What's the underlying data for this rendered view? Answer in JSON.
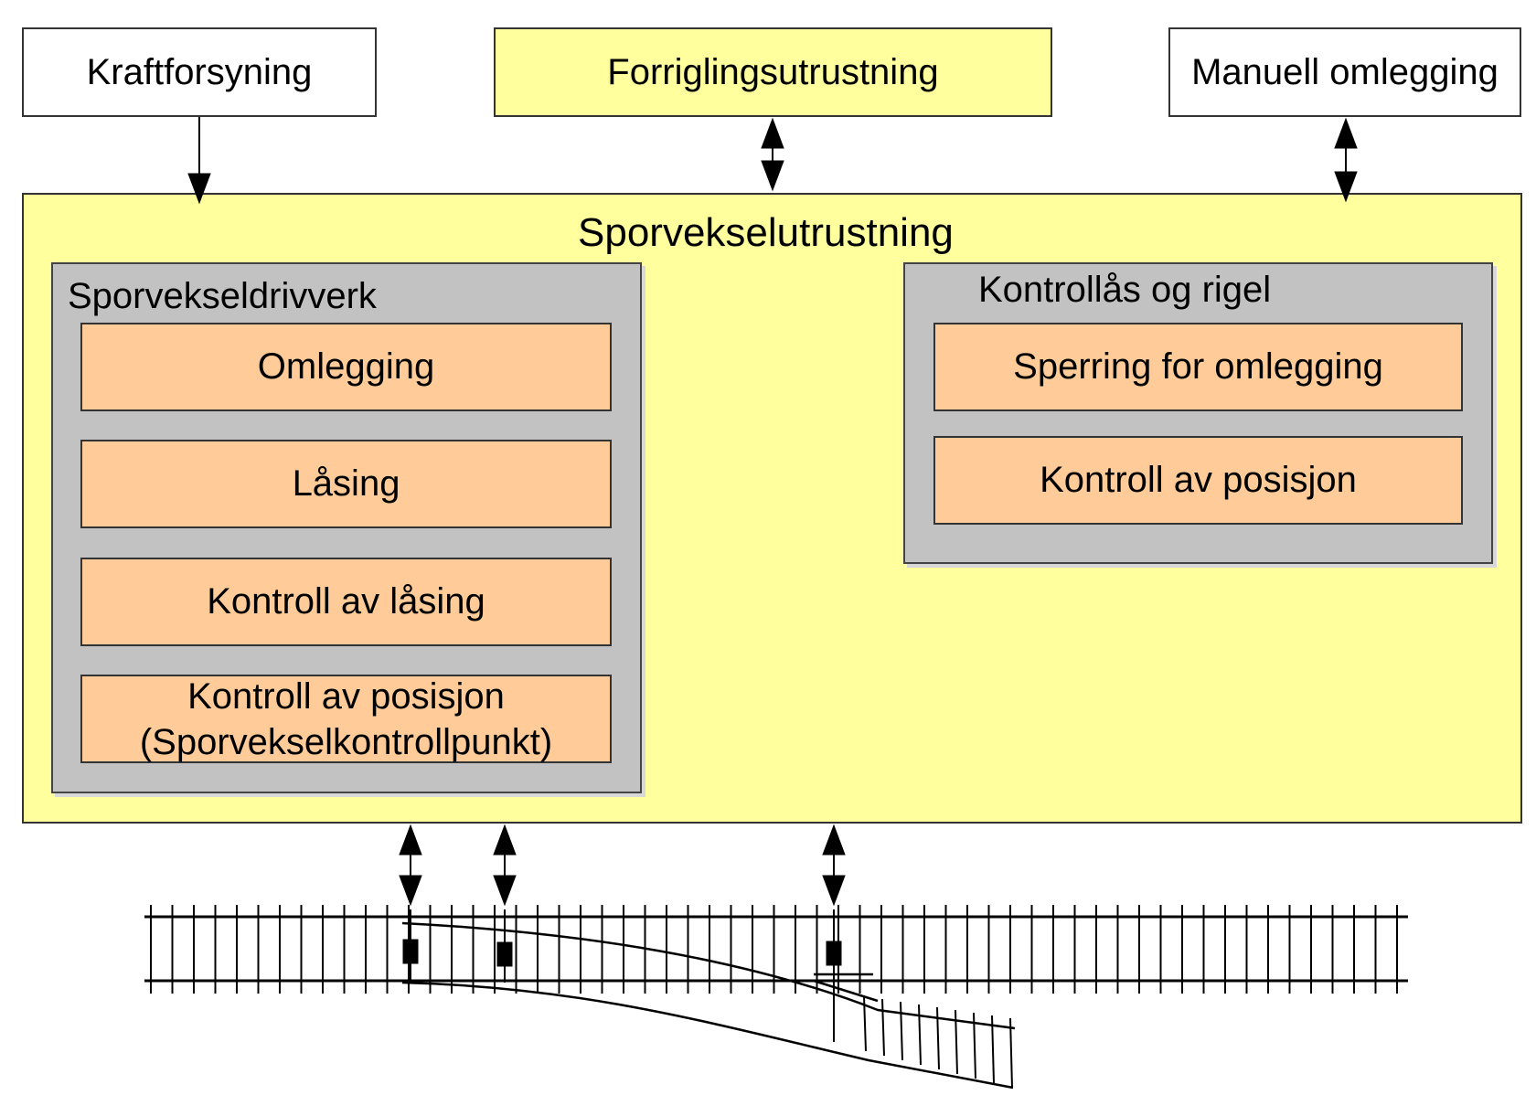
{
  "top_boxes": {
    "power": "Kraftforsyning",
    "interlocking": "Forriglingsutrustning",
    "manual": "Manuell omlegging"
  },
  "main": {
    "title": "Sporvekselutrustning",
    "drive": {
      "title": "Sporvekseldrivverk",
      "items": [
        "Omlegging",
        "Låsing",
        "Kontroll av låsing"
      ],
      "position_line1": "Kontroll av posisjon",
      "position_line2": "(Sporvekselkontrollpunkt)"
    },
    "lock": {
      "title": "Kontrollås og rigel",
      "items": [
        "Sperring for omlegging",
        "Kontroll av posisjon"
      ]
    }
  },
  "colors": {
    "yellow": "#ffff9e",
    "orange": "#ffcc99",
    "gray": "#c2c2c2"
  }
}
